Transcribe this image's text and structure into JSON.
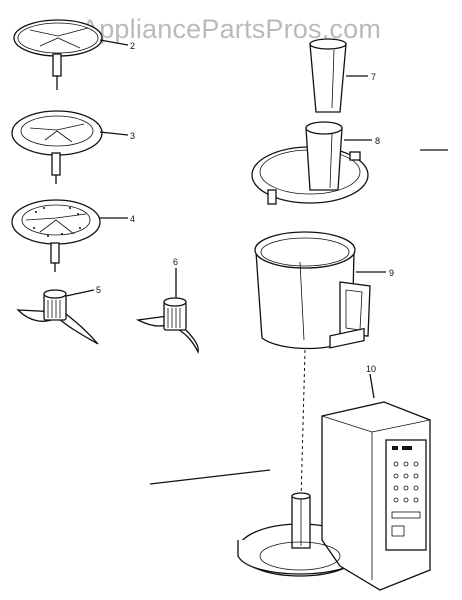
{
  "watermark": "AppliancePartsPros.com",
  "callouts": {
    "c2": "2",
    "c3": "3",
    "c4": "4",
    "c5": "5",
    "c6": "6",
    "c7": "7",
    "c8": "8",
    "c9": "9",
    "c10": "10"
  }
}
